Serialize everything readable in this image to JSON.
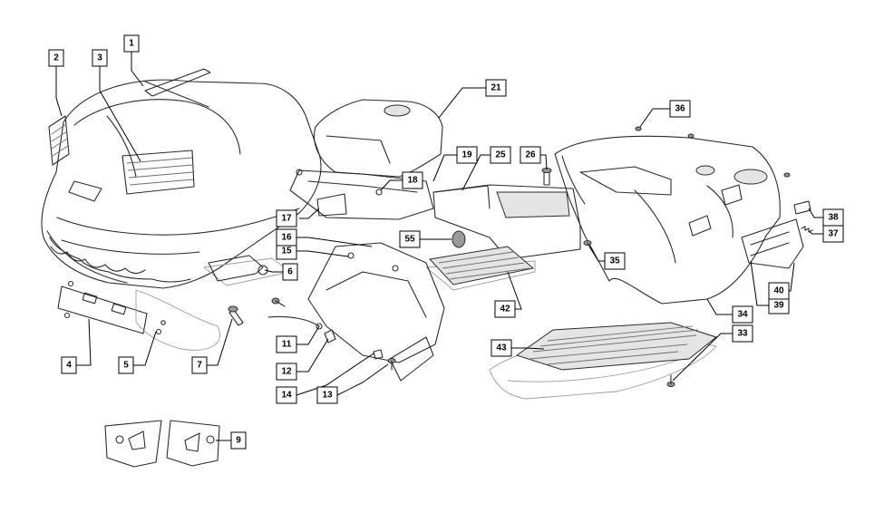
{
  "callouts": [
    {
      "id": "c1",
      "num": "1"
    },
    {
      "id": "c2",
      "num": "2"
    },
    {
      "id": "c3",
      "num": "3"
    },
    {
      "id": "c4",
      "num": "4"
    },
    {
      "id": "c5",
      "num": "5"
    },
    {
      "id": "c6",
      "num": "6"
    },
    {
      "id": "c7",
      "num": "7"
    },
    {
      "id": "c9",
      "num": "9"
    },
    {
      "id": "c11",
      "num": "11"
    },
    {
      "id": "c12",
      "num": "12"
    },
    {
      "id": "c13",
      "num": "13"
    },
    {
      "id": "c14",
      "num": "14"
    },
    {
      "id": "c15",
      "num": "15"
    },
    {
      "id": "c16",
      "num": "16"
    },
    {
      "id": "c17",
      "num": "17"
    },
    {
      "id": "c18",
      "num": "18"
    },
    {
      "id": "c19",
      "num": "19"
    },
    {
      "id": "c21",
      "num": "21"
    },
    {
      "id": "c25",
      "num": "25"
    },
    {
      "id": "c26",
      "num": "26"
    },
    {
      "id": "c33",
      "num": "33"
    },
    {
      "id": "c34",
      "num": "34"
    },
    {
      "id": "c35",
      "num": "35"
    },
    {
      "id": "c36",
      "num": "36"
    },
    {
      "id": "c37",
      "num": "37"
    },
    {
      "id": "c38",
      "num": "38"
    },
    {
      "id": "c39",
      "num": "39"
    },
    {
      "id": "c40",
      "num": "40"
    },
    {
      "id": "c42",
      "num": "42"
    },
    {
      "id": "c43",
      "num": "43"
    },
    {
      "id": "c55",
      "num": "55"
    }
  ],
  "colors": {
    "line": "#2b2b2b",
    "ghost": "#9c9c9c",
    "fill": "#e4e4e4",
    "label": "#000000"
  }
}
